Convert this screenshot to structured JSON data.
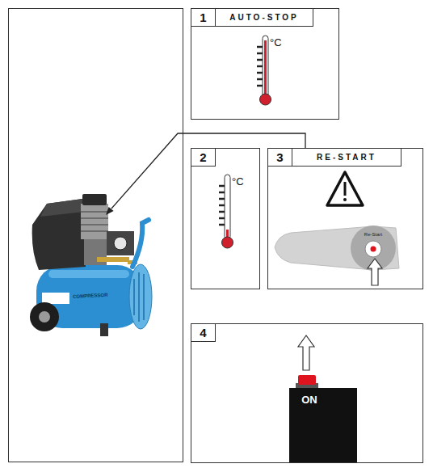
{
  "diagram": {
    "nodes": [
      {
        "text": [
          "1",
          "AUTO-STOP"
        ]
      },
      {
        "text": [
          "2"
        ]
      },
      {
        "text": [
          "3",
          "RE-START"
        ]
      },
      {
        "text": [
          "Re-Start"
        ],
        "in": 2
      },
      {
        "text": [
          "4"
        ]
      },
      {
        "text": [
          "ON"
        ],
        "in": 4
      }
    ],
    "labels": [
      "°C",
      "°C",
      "COMPRESSOR"
    ]
  }
}
